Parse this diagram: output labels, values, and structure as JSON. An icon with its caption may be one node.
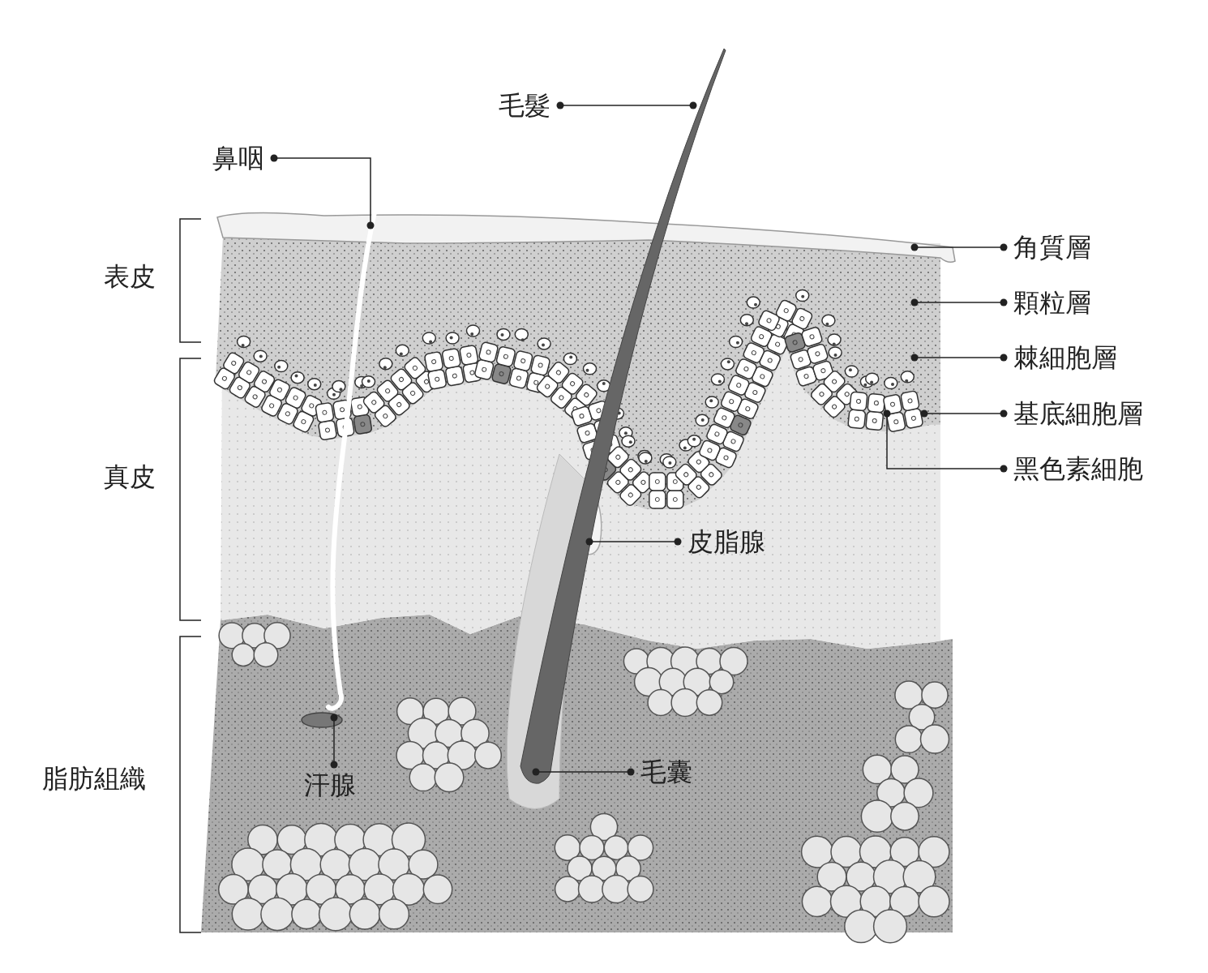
{
  "diagram": {
    "nodes": [
      {
        "text": [
          "毛髮"
        ]
      },
      {
        "text": [
          "鼻咽"
        ]
      },
      {
        "text": [
          "角質層"
        ]
      },
      {
        "text": [
          "顆粒層"
        ]
      },
      {
        "text": [
          "棘細胞層"
        ]
      },
      {
        "text": [
          "基底細胞層"
        ]
      },
      {
        "text": [
          "黑色素細胞"
        ]
      },
      {
        "text": [
          "皮脂腺"
        ]
      },
      {
        "text": [
          "汗腺"
        ]
      },
      {
        "text": [
          "毛囊"
        ]
      }
    ],
    "edges": [
      {
        "from": 0,
        "to": null,
        "arrow": "other"
      },
      {
        "from": 1,
        "to": null,
        "arrow": "other"
      },
      {
        "from": 2,
        "to": null,
        "arrow": "other"
      },
      {
        "from": 3,
        "to": null,
        "arrow": "other"
      },
      {
        "from": 4,
        "to": null,
        "arrow": "other"
      },
      {
        "from": 5,
        "to": null,
        "arrow": "other"
      },
      {
        "from": 6,
        "to": null,
        "arrow": "other"
      },
      {
        "from": 7,
        "to": null,
        "arrow": "other"
      },
      {
        "from": 8,
        "to": null,
        "arrow": "other"
      },
      {
        "from": 9,
        "to": null,
        "arrow": "other"
      }
    ],
    "labels": [
      "表皮",
      "真皮",
      "脂肪組織"
    ]
  }
}
